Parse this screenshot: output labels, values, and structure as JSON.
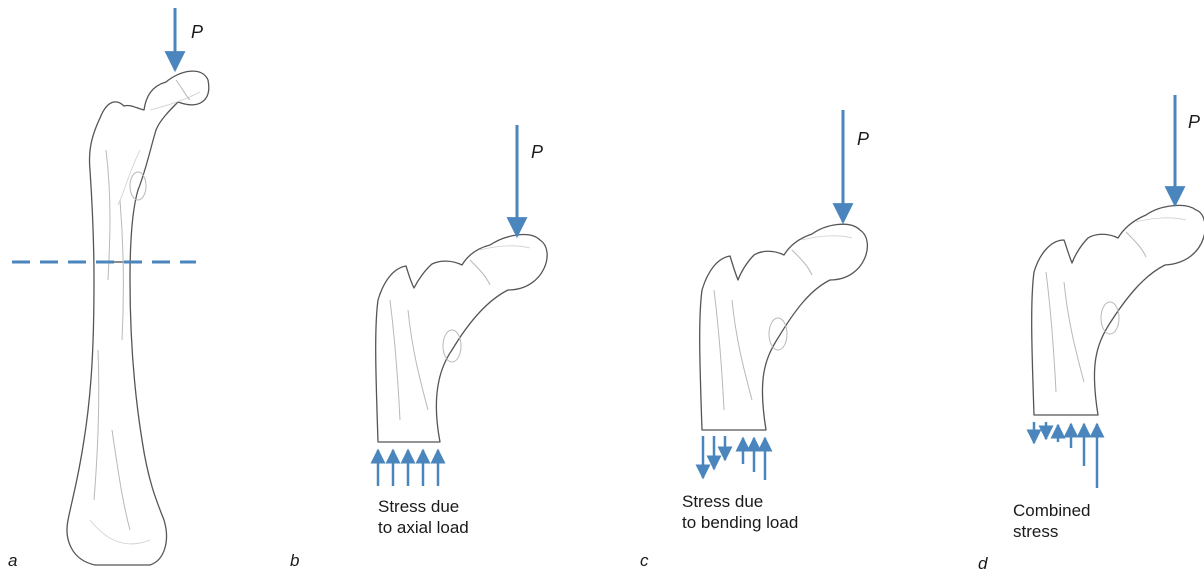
{
  "figure": {
    "accent_color": "#4a86bd",
    "panels": [
      {
        "id": "a",
        "letter": "a",
        "load_label": "P",
        "caption_lines": []
      },
      {
        "id": "b",
        "letter": "b",
        "load_label": "P",
        "caption_lines": [
          "Stress due",
          "to axial load"
        ]
      },
      {
        "id": "c",
        "letter": "c",
        "load_label": "P",
        "caption_lines": [
          "Stress due",
          "to bending load"
        ]
      },
      {
        "id": "d",
        "letter": "d",
        "load_label": "P",
        "caption_lines": [
          "Combined",
          "stress"
        ]
      }
    ]
  }
}
